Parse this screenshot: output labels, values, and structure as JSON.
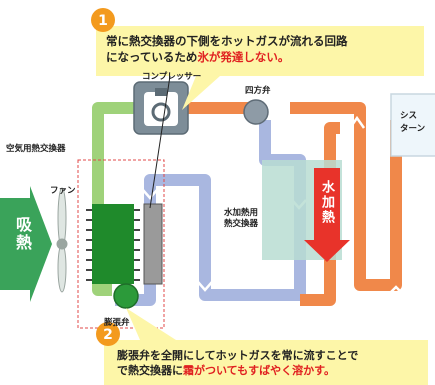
{
  "colors": {
    "hot_pipe": "#f0884a",
    "suction_pipe": "#9fd27a",
    "cold_pipe": "#a9b7e0",
    "callout_fill": "#fdf6a8",
    "badge": "#f39a1e",
    "water_tank": "#b9ddd2",
    "water_heat_arrow": "#e8332a",
    "accent_red": "#e02020"
  },
  "callout1": {
    "number": "1",
    "line1": "常に熱交換器の下側をホットガスが流れる回路",
    "line2_plain": "になっているため",
    "line2_red": "氷が発達しない。"
  },
  "callout2": {
    "number": "2",
    "line1": "膨張弁を全開にしてホットガスを常に流すことで",
    "line2_a": "で熱交換器に",
    "line2_red": "霜がついてもすばやく溶かす。"
  },
  "labels": {
    "compressor": "コンプレッサー",
    "four_way_valve": "四方弁",
    "air_heat_exchanger": "空気用熱交換器",
    "fan": "ファン",
    "absorb_heat": "吸熱",
    "water_heat_exchanger_line1": "水加熱用",
    "water_heat_exchanger_line2": "熱交換器",
    "water_heating": "水加熱",
    "expansion_valve": "膨張弁",
    "cistern_line1": "シス",
    "cistern_line2": "ターン"
  }
}
